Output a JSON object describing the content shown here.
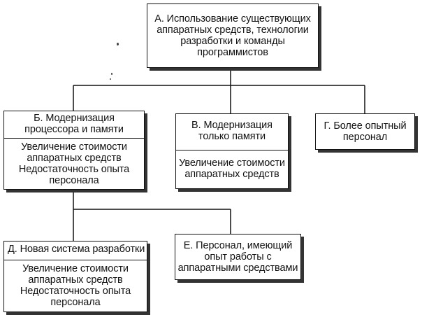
{
  "diagram": {
    "nodes": {
      "a": {
        "title": "А. Использование существующих\nаппаратных средств, технологии\nразработки и команды\nпрограммистов"
      },
      "b": {
        "title": "Б. Модернизация\nпроцессора и памяти",
        "details": "Увеличение стоимости\nаппаратных средств\nНедостаточность опыта\nперсонала"
      },
      "v": {
        "title": "В. Модернизация\nтолько памяти",
        "details": "Увеличение стоимости\nаппаратных средств"
      },
      "g": {
        "title": "Г. Более опытный\nперсонал"
      },
      "d": {
        "title": "Д. Новая система разработки",
        "details": "Увеличение стоимости\nаппаратных средств\nНедостаточность опыта\nперсонала"
      },
      "e": {
        "title": "Е. Персонал, имеющий\nопыт работы с\nаппаратными средствами"
      }
    },
    "edges": [
      {
        "from": "a",
        "to": "b"
      },
      {
        "from": "a",
        "to": "v"
      },
      {
        "from": "a",
        "to": "g"
      },
      {
        "from": "b",
        "to": "d"
      },
      {
        "from": "b",
        "to": "e"
      }
    ]
  }
}
